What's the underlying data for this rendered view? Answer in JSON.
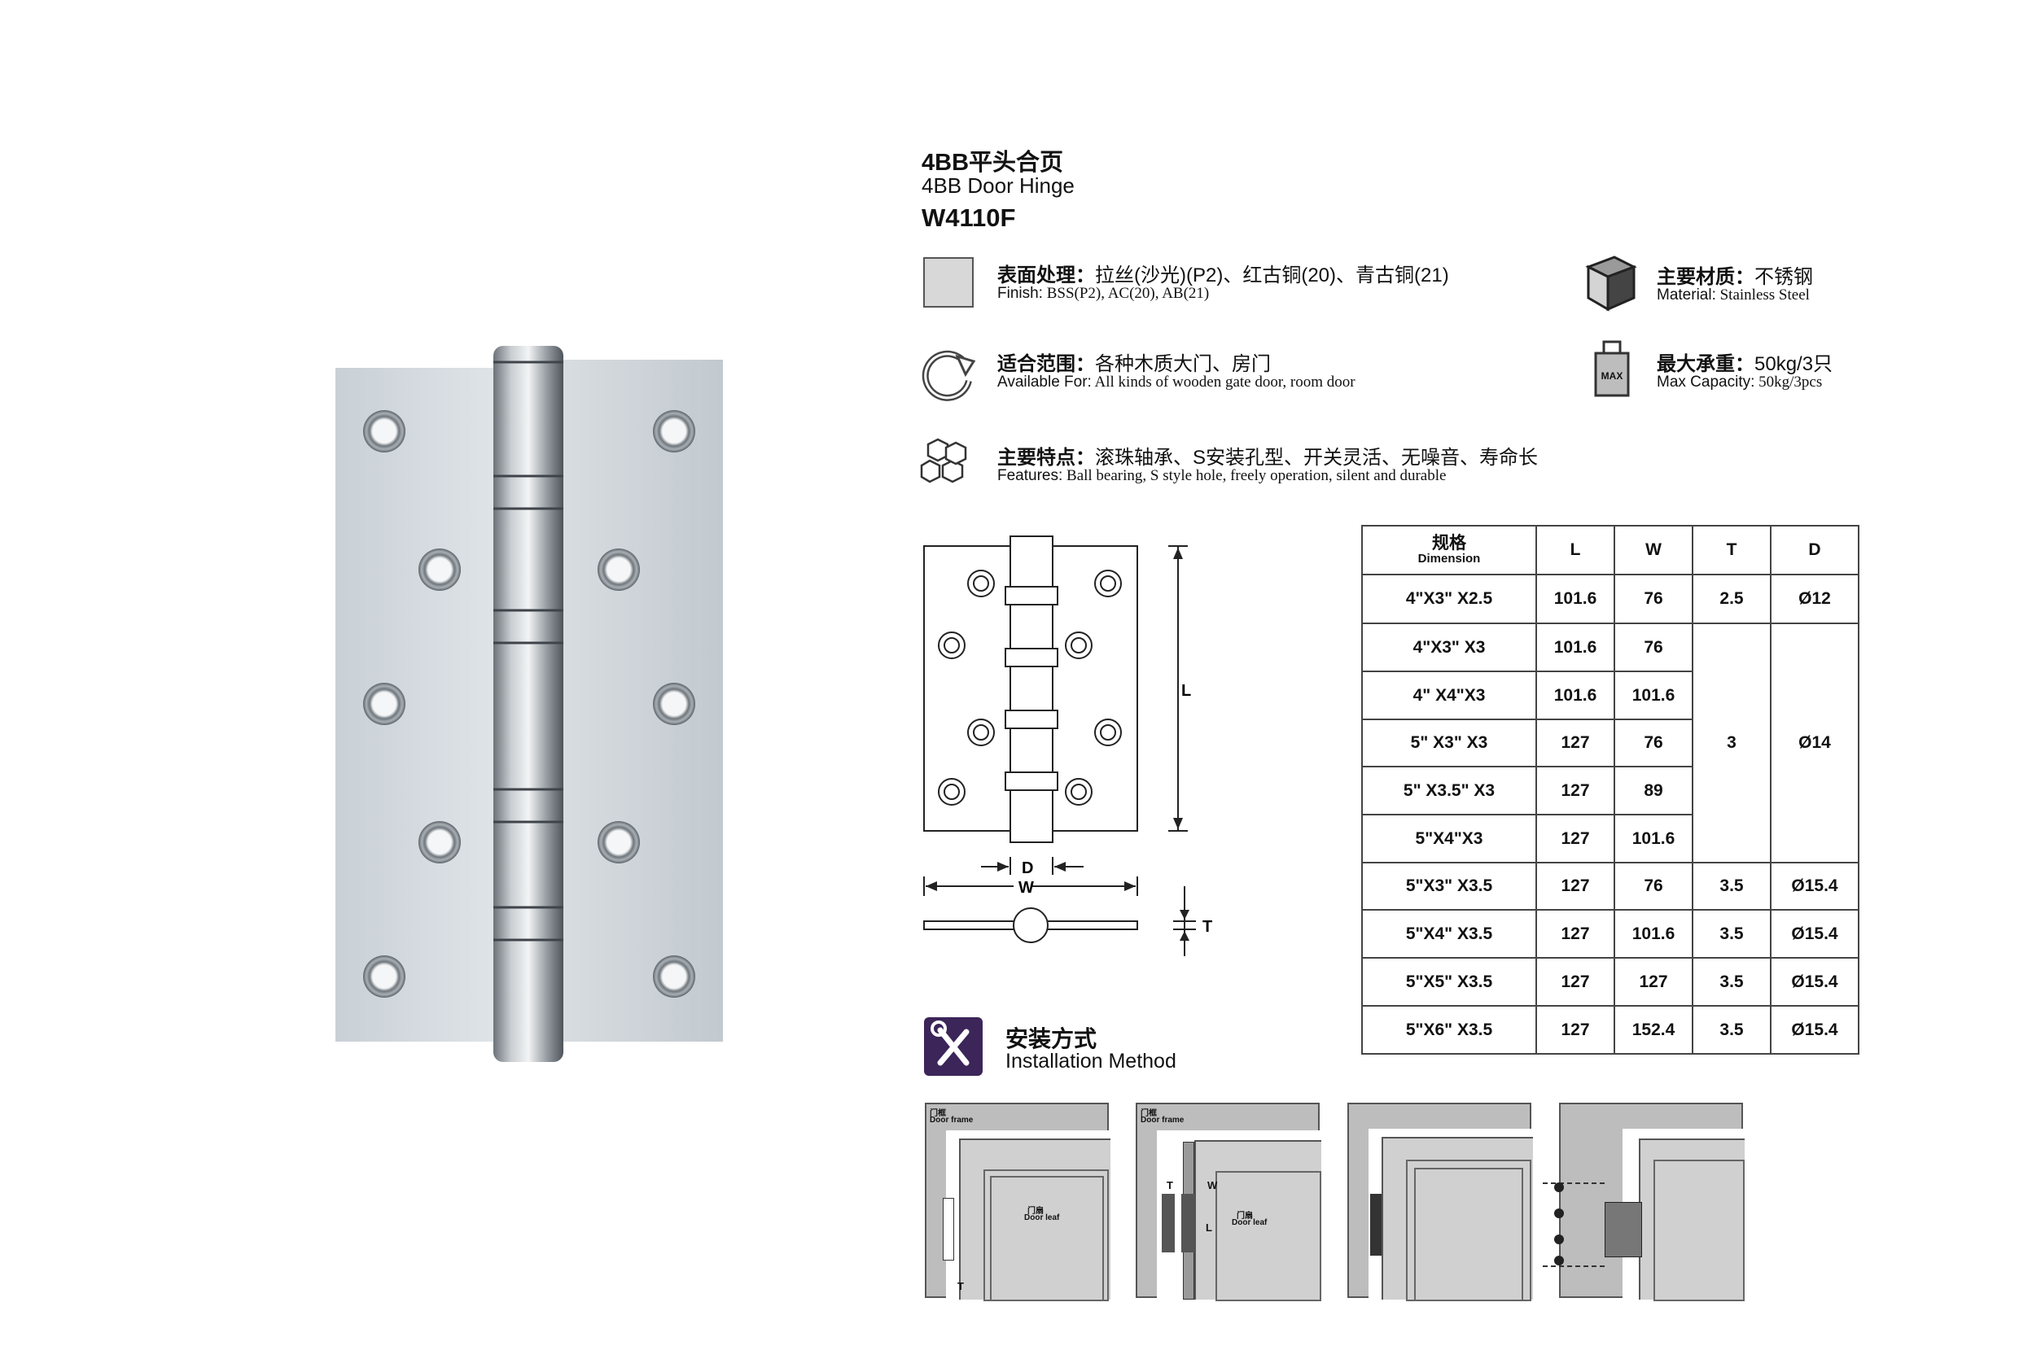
{
  "header": {
    "title_cn": "4BB平头合页",
    "title_en": "4BB Door Hinge",
    "model": "W4110F"
  },
  "finish": {
    "label_cn": "表面处理：",
    "value_cn": "拉丝(沙光)(P2)、红古铜(20)、青古铜(21)",
    "label_en": "Finish:",
    "value_en": "BSS(P2), AC(20), AB(21)",
    "swatch_color": "#d8d8d8"
  },
  "material": {
    "label_cn": "主要材质：",
    "value_cn": "不锈钢",
    "label_en": "Material:",
    "value_en": "Stainless Steel"
  },
  "usage": {
    "label_cn": "适合范围：",
    "value_cn": "各种木质大门、房门",
    "label_en": "Available For:",
    "value_en": "All kinds of wooden gate door, room door"
  },
  "capacity": {
    "label_cn": "最大承重：",
    "value_cn": "50kg/3只",
    "label_en": "Max Capacity:",
    "value_en": "50kg/3pcs",
    "icon_text": "MAX"
  },
  "features": {
    "label_cn": "主要特点：",
    "value_cn": "滚珠轴承、S安装孔型、开关灵活、无噪音、寿命长",
    "label_en": "Features:",
    "value_en": "Ball bearing, S style hole, freely operation, silent and durable"
  },
  "drawing": {
    "label_L": "L",
    "label_D": "D",
    "label_W": "W",
    "label_T": "T"
  },
  "table": {
    "header_cn": "规格",
    "header_en": "Dimension",
    "col_L": "L",
    "col_W": "W",
    "col_T": "T",
    "col_D": "D",
    "rows": [
      {
        "dim": "4\"X3\" X2.5",
        "L": "101.6",
        "W": "76",
        "T": "2.5",
        "D": "Ø12"
      },
      {
        "dim": "4\"X3\" X3",
        "L": "101.6",
        "W": "76"
      },
      {
        "dim": "4\" X4\"X3",
        "L": "101.6",
        "W": "101.6"
      },
      {
        "dim": "5\" X3\" X3",
        "L": "127",
        "W": "76"
      },
      {
        "dim": "5\" X3.5\" X3",
        "L": "127",
        "W": "89"
      },
      {
        "dim": "5\"X4\"X3",
        "L": "127",
        "W": "101.6"
      },
      {
        "dim": "5\"X3\" X3.5",
        "L": "127",
        "W": "76",
        "T": "3.5",
        "D": "Ø15.4"
      },
      {
        "dim": "5\"X4\" X3.5",
        "L": "127",
        "W": "101.6",
        "T": "3.5",
        "D": "Ø15.4"
      },
      {
        "dim": "5\"X5\" X3.5",
        "L": "127",
        "W": "127",
        "T": "3.5",
        "D": "Ø15.4"
      },
      {
        "dim": "5\"X6\" X3.5",
        "L": "127",
        "W": "152.4",
        "T": "3.5",
        "D": "Ø15.4"
      }
    ],
    "merged_T": "3",
    "merged_D": "Ø14"
  },
  "installation": {
    "title_cn": "安装方式",
    "title_en": "Installation Method",
    "icon_color": "#3b2559",
    "frame_cn": "门框",
    "frame_en": "Door frame",
    "leaf_cn": "门扇",
    "leaf_en": "Door leaf",
    "label_T": "T",
    "label_W": "W",
    "label_L": "L"
  }
}
